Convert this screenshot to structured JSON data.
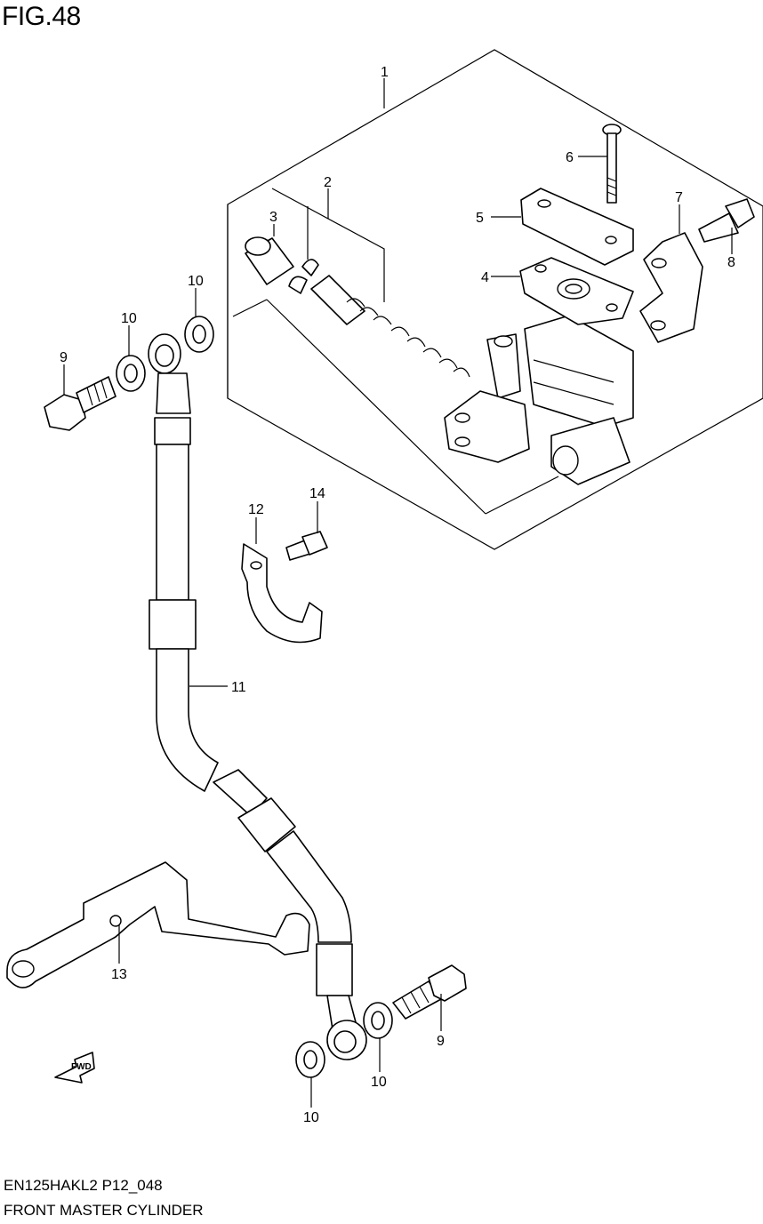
{
  "figure": {
    "title": "FIG.48",
    "code": "EN125HAKL2 P12_048",
    "name": "FRONT MASTER CYLINDER"
  },
  "callouts": [
    {
      "key": "c1",
      "label": "1"
    },
    {
      "key": "c2",
      "label": "2"
    },
    {
      "key": "c3",
      "label": "3"
    },
    {
      "key": "c4",
      "label": "4"
    },
    {
      "key": "c5",
      "label": "5"
    },
    {
      "key": "c6",
      "label": "6"
    },
    {
      "key": "c7",
      "label": "7"
    },
    {
      "key": "c8",
      "label": "8"
    },
    {
      "key": "c9a",
      "label": "9"
    },
    {
      "key": "c10a",
      "label": "10"
    },
    {
      "key": "c10b",
      "label": "10"
    },
    {
      "key": "c11",
      "label": "11"
    },
    {
      "key": "c12",
      "label": "12"
    },
    {
      "key": "c13",
      "label": "13"
    },
    {
      "key": "c14",
      "label": "14"
    },
    {
      "key": "c9b",
      "label": "9"
    },
    {
      "key": "c10c",
      "label": "10"
    },
    {
      "key": "c10d",
      "label": "10"
    }
  ],
  "fwd_label": "FWD",
  "icons": {
    "fwd_arrow": "fwd-arrow-icon"
  }
}
